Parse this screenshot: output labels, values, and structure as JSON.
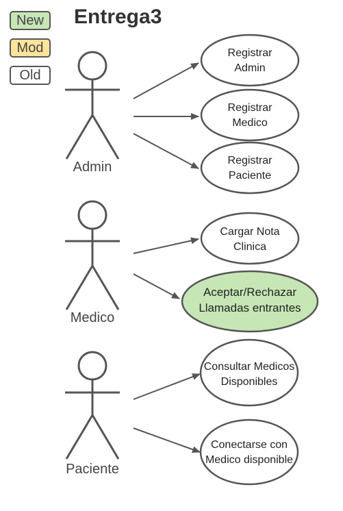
{
  "title": "Entrega3",
  "legend": [
    {
      "label": "New",
      "color": "#c7e6b5"
    },
    {
      "label": "Mod",
      "color": "#fde49b"
    },
    {
      "label": "Old",
      "color": "#ffffff"
    }
  ],
  "colors": {
    "stroke": "#555555",
    "text": "#222222",
    "new_fill": "#c7e6b5"
  },
  "actors": [
    {
      "name": "Admin"
    },
    {
      "name": "Medico"
    },
    {
      "name": "Paciente"
    }
  ],
  "use_cases": [
    {
      "line1": "Registrar",
      "line2": "Admin",
      "status": "old"
    },
    {
      "line1": "Registrar",
      "line2": "Medico",
      "status": "old"
    },
    {
      "line1": "Registrar",
      "line2": "Paciente",
      "status": "old"
    },
    {
      "line1": "Cargar Nota",
      "line2": "Clinica",
      "status": "old"
    },
    {
      "line1": "Aceptar/Rechazar",
      "line2": "Llamadas entrantes",
      "status": "new"
    },
    {
      "line1": "Consultar Medicos",
      "line2": "Disponibles",
      "status": "old"
    },
    {
      "line1": "Conectarse con",
      "line2": "Medico disponible",
      "status": "old"
    }
  ]
}
